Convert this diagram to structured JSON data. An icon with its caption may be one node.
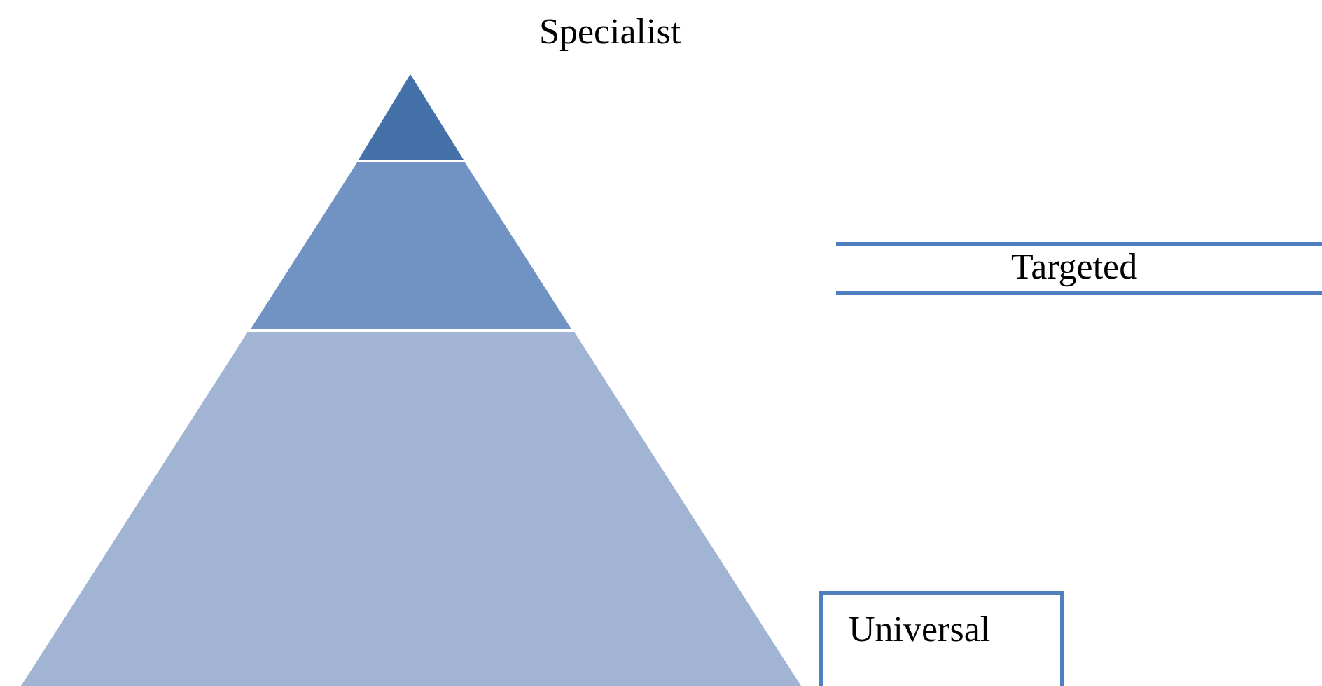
{
  "diagram": {
    "nodes": [
      {
        "text": [
          "Targeted"
        ]
      },
      {
        "text": [
          "Universal"
        ]
      }
    ],
    "labels": [
      "Specialist"
    ]
  }
}
